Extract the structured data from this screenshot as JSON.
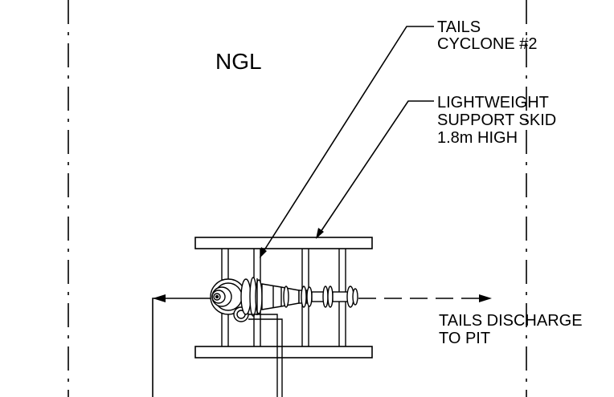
{
  "drawing": {
    "ground_label": "NGL",
    "callouts": {
      "cyclone": {
        "line1": "TAILS",
        "line2": "CYCLONE #2"
      },
      "skid": {
        "line1": "LIGHTWEIGHT",
        "line2": "SUPPORT SKID",
        "line3": "1.8m HIGH"
      },
      "discharge": {
        "line1": "TAILS DISCHARGE",
        "line2": "TO PIT"
      }
    }
  }
}
